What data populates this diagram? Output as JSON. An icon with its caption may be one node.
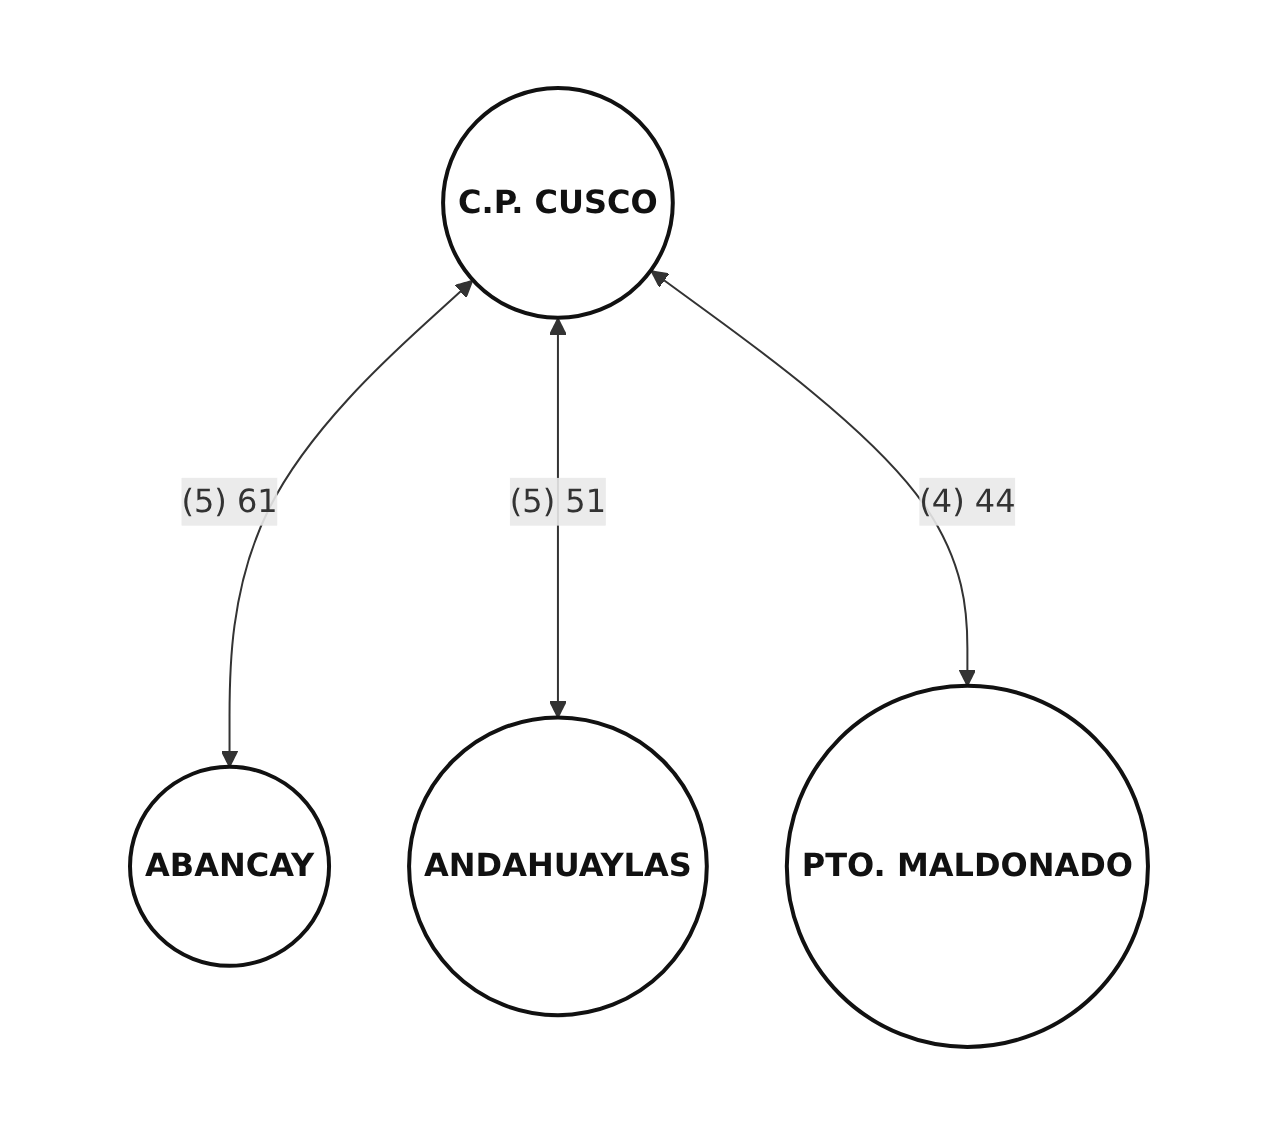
{
  "diagram": {
    "nodes": [
      {
        "text": [
          "C.P. CUSCO"
        ]
      },
      {
        "text": [
          "ABANCAY"
        ]
      },
      {
        "text": [
          "ANDAHUAYLAS"
        ]
      },
      {
        "text": [
          "PTO. MALDONADO"
        ]
      }
    ],
    "edges": [
      {
        "from": 0,
        "to": 1,
        "arrow": "both",
        "label": "(5) 61"
      },
      {
        "from": 0,
        "to": 2,
        "arrow": "both",
        "label": "(5) 51"
      },
      {
        "from": 0,
        "to": 3,
        "arrow": "both",
        "label": "(4) 44"
      }
    ]
  }
}
